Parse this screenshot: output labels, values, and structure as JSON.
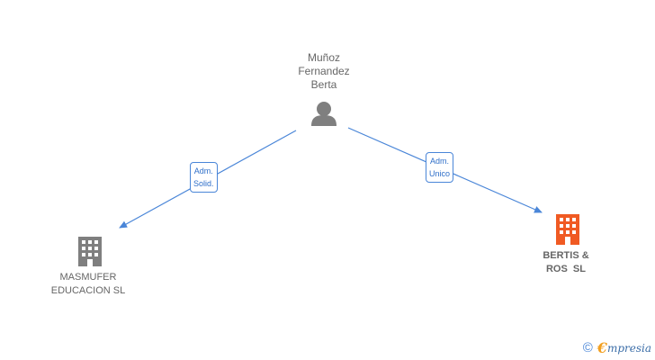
{
  "person": {
    "name_line1": "Muñoz",
    "name_line2": "Fernandez",
    "name_line3": "Berta"
  },
  "companies": [
    {
      "line1": "MASMUFER",
      "line2": "EDUCACION SL",
      "color": "#7f7f7f"
    },
    {
      "line1": "BERTIS &",
      "line2": "ROS  SL",
      "color": "#f05a23"
    }
  ],
  "edges": [
    {
      "line1": "Adm.",
      "line2": "Solid."
    },
    {
      "line1": "Adm.",
      "line2": "Unico"
    }
  ],
  "colors": {
    "edge": "#4a86d8",
    "person_icon": "#7f7f7f",
    "text": "#666666"
  },
  "brand": {
    "symbol": "©",
    "initial": "€",
    "rest": "mpresia"
  }
}
